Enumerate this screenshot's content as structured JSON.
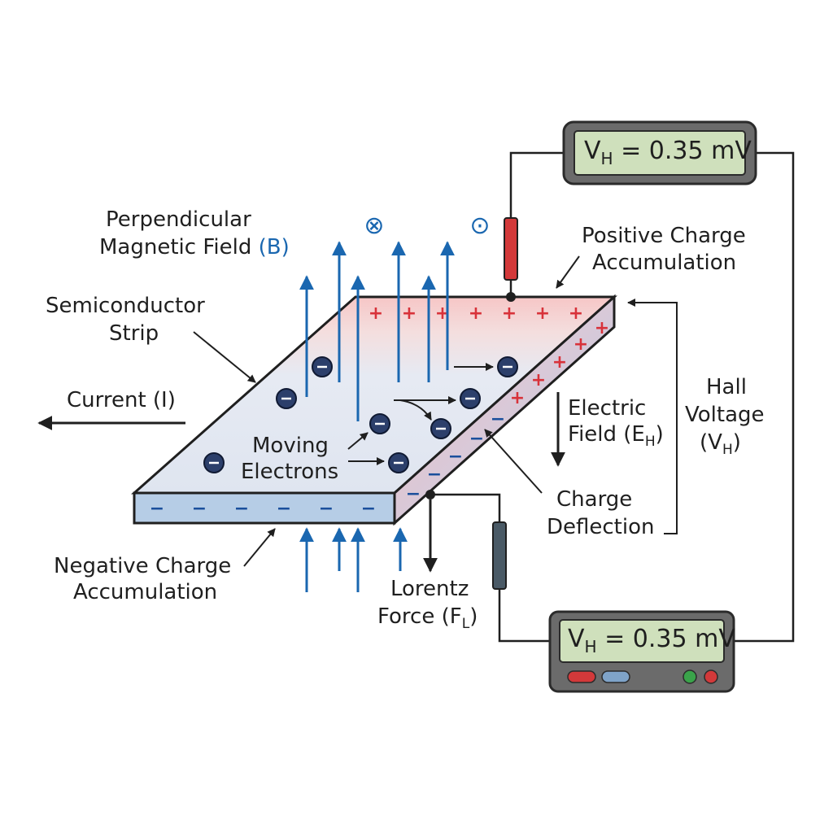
{
  "labels": {
    "magnetic_field_line1": "Perpendicular",
    "magnetic_field_line2_prefix": "Magnetic Field",
    "magnetic_field_symbol": "(B)",
    "semiconductor_line1": "Semiconductor",
    "semiconductor_line2": "Strip",
    "current": "Current (I)",
    "moving_electrons_line1": "Moving",
    "moving_electrons_line2": "Electrons",
    "positive_charge_line1": "Positive Charge",
    "positive_charge_line2": "Accumulation",
    "negative_charge_line1": "Negative Charge",
    "negative_charge_line2": "Accumulation",
    "electric_field_line1": "Electric",
    "electric_field_line2_prefix": "Field (E",
    "electric_field_sub": "H",
    "electric_field_suffix": ")",
    "hall_voltage_line1": "Hall",
    "hall_voltage_line2": "Voltage",
    "hall_voltage_line3_prefix": "(V",
    "hall_voltage_sub": "H",
    "hall_voltage_suffix": ")",
    "charge_deflection_line1": "Charge",
    "charge_deflection_line2": "Deflection",
    "lorentz_line1": "Lorentz",
    "lorentz_line2_prefix": "Force (F",
    "lorentz_sub": "L",
    "lorentz_suffix": ")"
  },
  "symbols": {
    "field_into_page": "⊗",
    "field_out_of_page": "⊙",
    "positive": "+",
    "negative": "−"
  },
  "meter_top": {
    "prefix": "V",
    "sub": "H",
    "value": " = 0.35 mV"
  },
  "meter_bottom": {
    "prefix": "V",
    "sub": "H",
    "value": " = 0.35 mV"
  },
  "colors": {
    "field_arrow": "#1a67b0",
    "positive": "#d8323a",
    "negative": "#1a4f9c",
    "display": "#cfe0bc",
    "meter_body": "#6b6b6b",
    "strip_top": "#e3e8f2",
    "strip_front": "#b6cde6"
  }
}
